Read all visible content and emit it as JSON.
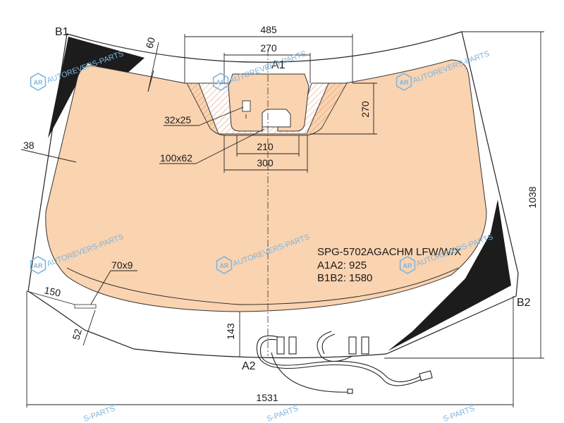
{
  "labels": {
    "b1": "B1",
    "b2": "B2",
    "a1": "A1",
    "a2": "A2"
  },
  "dimensions": {
    "top_width": "485",
    "inner_width": "270",
    "depth_right": "270",
    "angle_mark": "60",
    "left_margin": "38",
    "sensor_small": "32x25",
    "sensor_large": "100x62",
    "bottom_210": "210",
    "bottom_300": "300",
    "strip": "70x9",
    "offset_150": "150",
    "offset_52": "52",
    "bottom_143": "143",
    "height": "1038",
    "width": "1531"
  },
  "spec": {
    "code": "SPG-5702AGACHM LFW/W/X",
    "a1a2": "A1A2: 925",
    "b1b2": "B1B2: 1580"
  },
  "watermark": {
    "text": "AUTOREVERS-PARTS",
    "logo": "AR",
    "tail": "S-PARTS"
  },
  "colors": {
    "glass_fill": "#fad3b0",
    "shade_band": "#1c1c1c",
    "watermark": "#7fb6dd"
  }
}
